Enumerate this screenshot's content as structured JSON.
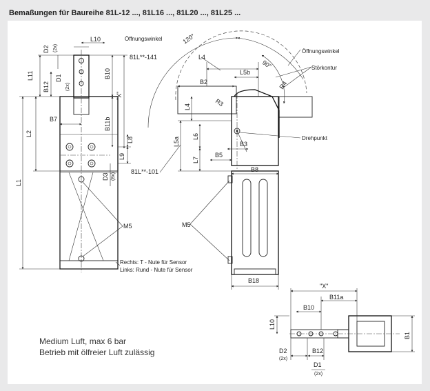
{
  "title": "Bemaßungen für Baureihe 81L-12 ..., 81L16 ..., 81L20 ..., 81L25 ...",
  "note": {
    "line1": "Medium Luft, max 6 bar",
    "line2": "Betrieb mit ölfreier Luft zulässig"
  },
  "labels": {
    "d2": "D2",
    "d2_sub": "(2x)",
    "l10": "L10",
    "l11": "L11",
    "b12": "B12",
    "d1": "D1",
    "d1_sub": "(2x)",
    "b10": "B10",
    "x": "\"X\"",
    "b11b": "B11b",
    "b7": "B7",
    "l2": "L2",
    "l8": "L8",
    "l9": "L9",
    "l1": "L1",
    "d3": "D3",
    "d3_sub": "(8x)",
    "m5_left": "M5",
    "rechts": "Rechts: T - Nute für Sensor",
    "links": "Links: Rund - Nute für Sensor",
    "angle120": "120°",
    "oeffnungswinkel_1": "Öffnungswinkel",
    "oeffnungswinkel_2": "Öffnungswinkel",
    "l141": "81L**-141",
    "l4_top": "L4",
    "angle90": "90°",
    "stoerkontur": "Störkontur",
    "l5b": "L5b",
    "b2": "B2",
    "r3": "R3",
    "r4": "R4",
    "l4_side": "L4",
    "l5a": "L5a",
    "l6": "L6",
    "b3": "B3",
    "drehpunkt": "Drehpunkt",
    "l101": "81L**-101",
    "l7": "L7",
    "b5": "B5",
    "b8": "B8",
    "m5_right": "M5",
    "b18": "B18",
    "x2": "\"X\"",
    "b11a": "B11a",
    "b10_2": "B10",
    "l10_2": "L10",
    "b1": "B1",
    "d2_2": "D2",
    "d2_2_sub": "(2x)",
    "b12_2": "B12",
    "d1_2": "D1",
    "d1_2_sub": "(2x)"
  }
}
